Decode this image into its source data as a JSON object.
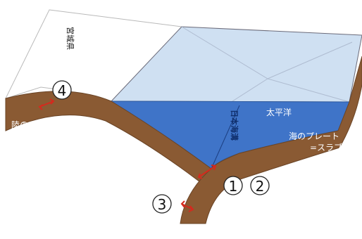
{
  "labels": {
    "miyagi": "宮城県",
    "land_plate": "陸のプレート",
    "pacific": "太平洋",
    "japan_trench": "日本海溝",
    "ocean_plate_line1": "海のプレート",
    "ocean_plate_line2": "=スラブ"
  },
  "markers": {
    "m1": "1",
    "m2": "2",
    "m3": "3",
    "m4": "4"
  },
  "colors": {
    "plate_brown": "#8a5a33",
    "ocean_surface": "#cfe0f2",
    "ocean_deep": "#3f74c8",
    "land": "#ffffff",
    "slip_arrow": "#d42a1e"
  }
}
